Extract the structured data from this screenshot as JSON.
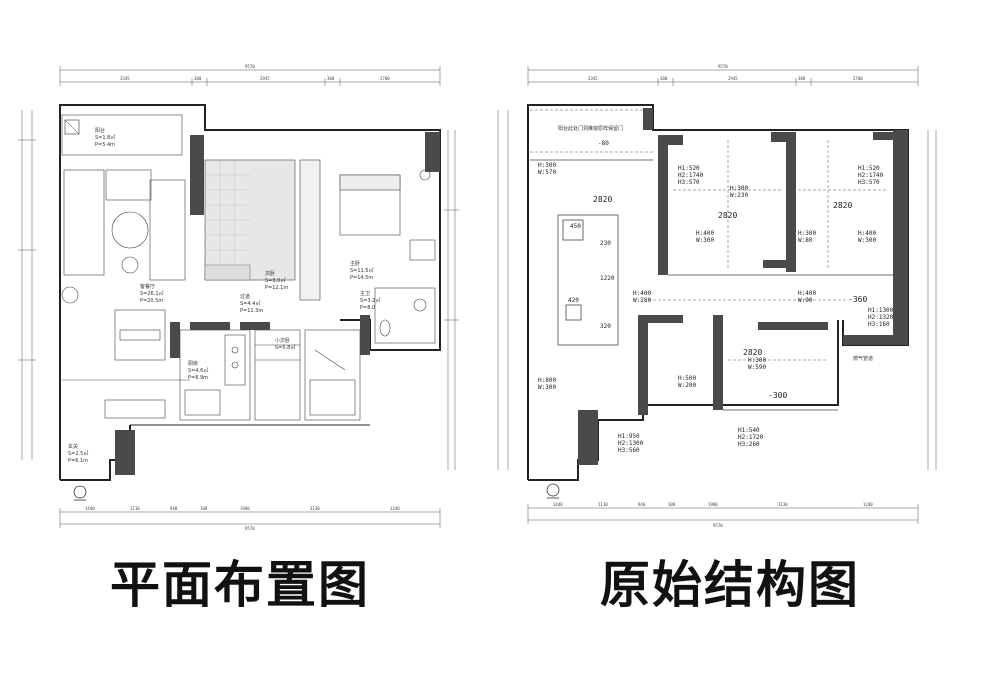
{
  "captions": {
    "left": "平面布置图",
    "right": "原始结构图"
  },
  "left_plan": {
    "top_total": "9570",
    "top_segments": [
      "3345",
      "300",
      "2945",
      "300",
      "2700"
    ],
    "bottom_segments": [
      "1440",
      "1110",
      "940",
      "100",
      "1900",
      "3130",
      "1240"
    ],
    "bottom_total": "9570",
    "rooms": {
      "balcony": [
        "阳台",
        "S=1.8㎡",
        "P=5.4m"
      ],
      "living": [
        "客餐厅",
        "S=26.1㎡",
        "P=20.5m"
      ],
      "corridor": [
        "过道",
        "S=4.4㎡",
        "P=11.3m"
      ],
      "second_bed": [
        "次卧",
        "S=9.0㎡",
        "P=12.1m"
      ],
      "master_bed": [
        "主卧",
        "S=11.5㎡",
        "P=14.5m"
      ],
      "master_bath": [
        "主卫",
        "S=3.2㎡",
        "P=8.0"
      ],
      "kitchen": [
        "厨房",
        "S=4.6㎡",
        "P=8.9m"
      ],
      "study": [
        "小次卧",
        "S=5.8㎡"
      ],
      "entry": [
        "玄关",
        "S=2.5㎡",
        "P=6.1m"
      ]
    }
  },
  "right_plan": {
    "top_total": "9570",
    "top_segments": [
      "3345",
      "300",
      "2945",
      "300",
      "2700"
    ],
    "bottom_segments": [
      "1440",
      "1110",
      "940",
      "100",
      "1900",
      "3130",
      "1240"
    ],
    "bottom_total": "9570",
    "note_top": "阳台此处门洞推窗原样保留门",
    "level_80": "-80",
    "level_2820_a": "2820",
    "level_2820_b": "2820",
    "level_2820_c": "2820",
    "level_2820_d": "2820",
    "level_360": "-360",
    "level_300": "-300",
    "column_dims": [
      "450",
      "230",
      "1220",
      "420",
      "320"
    ],
    "heights": {
      "a": [
        "H:300",
        "W:570"
      ],
      "b": [
        "H1:520",
        "H2:1740",
        "H3:570"
      ],
      "c": [
        "H:300",
        "W:230"
      ],
      "d": [
        "H:400",
        "W:300"
      ],
      "e": [
        "H:300",
        "W:80"
      ],
      "f": [
        "H1:520",
        "H2:1740",
        "H3:570"
      ],
      "g": [
        "H:400",
        "W:300"
      ],
      "h": [
        "H:400",
        "W:280"
      ],
      "i": [
        "H:400",
        "W:90"
      ],
      "j": [
        "H1:1300",
        "H2:1320",
        "H3:160"
      ],
      "k": [
        "H:500",
        "W:200"
      ],
      "l": [
        "H:300",
        "W:590"
      ],
      "m": [
        "H:800",
        "W:300"
      ],
      "n": [
        "H1:950",
        "H2:1300",
        "H3:560"
      ],
      "o": [
        "H1:540",
        "H2:1720",
        "H3:260"
      ]
    },
    "note_gas": "燃气管道"
  }
}
